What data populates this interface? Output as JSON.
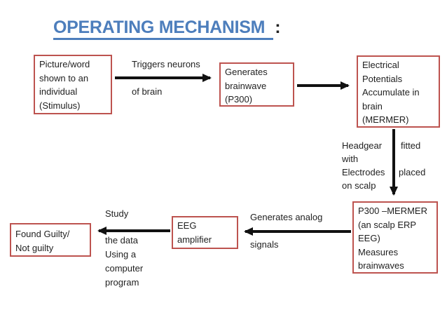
{
  "title": {
    "text": "OPERATING MECHANISM",
    "colon": ":"
  },
  "colors": {
    "title_blue": "#4d7ebc",
    "box_border_red": "#bd534f",
    "arrow_black": "#111111",
    "body_text": "#1f1f1f"
  },
  "boxes": {
    "stimulus": {
      "lines": [
        "Picture/word",
        "shown to an",
        "individual",
        "(Stimulus)"
      ]
    },
    "brainwave": {
      "lines": [
        "Generates",
        "brainwave",
        "(P300)"
      ]
    },
    "potentials": {
      "lines": [
        "Electrical",
        "Potentials",
        "Accumulate in",
        "brain",
        "(MERMER)"
      ]
    },
    "mermer": {
      "lines": [
        "P300 –MERMER",
        "(an scalp ERP",
        "EEG)",
        "Measures",
        "brainwaves"
      ]
    },
    "amplifier": {
      "lines": [
        "EEG",
        "amplifier"
      ]
    },
    "verdict": {
      "lines": [
        "Found Guilty/",
        "Not guilty"
      ]
    }
  },
  "labels": {
    "triggers_line1": "Triggers neurons",
    "triggers_line2": "of brain",
    "headgear_l1": "Headgear",
    "headgear_r1": "fitted",
    "headgear_l2": "with",
    "headgear_l3": "Electrodes",
    "headgear_r3": "placed",
    "headgear_l4": "on scalp",
    "analog_line1": "Generates analog",
    "analog_line2": "signals",
    "study_line1": "Study",
    "study_rest": [
      "the data",
      "Using a",
      "computer",
      "program"
    ]
  }
}
